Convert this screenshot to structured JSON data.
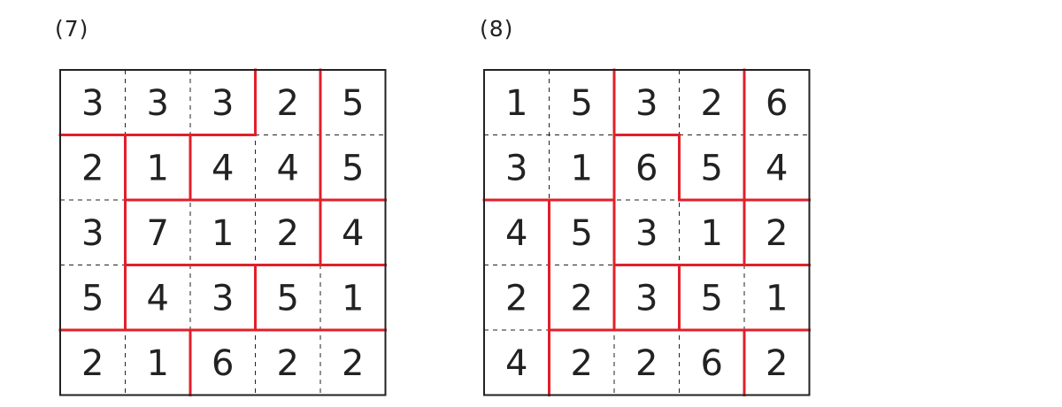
{
  "colors": {
    "region_border": "#e0202a",
    "grid_line": "#222222",
    "cell_text": "#222222",
    "background": "#ffffff"
  },
  "puzzles": [
    {
      "label": "(7)",
      "grid": [
        [
          3,
          3,
          3,
          2,
          5
        ],
        [
          2,
          1,
          4,
          4,
          5
        ],
        [
          3,
          7,
          1,
          2,
          4
        ],
        [
          5,
          4,
          3,
          5,
          1
        ],
        [
          2,
          1,
          6,
          2,
          2
        ]
      ],
      "regions": [
        [
          "A",
          "A",
          "A",
          "B",
          "C"
        ],
        [
          "D",
          "E",
          "B",
          "B",
          "C"
        ],
        [
          "D",
          "F",
          "F",
          "F",
          "G"
        ],
        [
          "D",
          "H",
          "H",
          "I",
          "I"
        ],
        [
          "J",
          "J",
          "K",
          "K",
          "K"
        ]
      ]
    },
    {
      "label": "(8)",
      "grid": [
        [
          1,
          5,
          3,
          2,
          6
        ],
        [
          3,
          1,
          6,
          5,
          4
        ],
        [
          4,
          5,
          3,
          1,
          2
        ],
        [
          2,
          2,
          3,
          5,
          1
        ],
        [
          4,
          2,
          2,
          6,
          2
        ]
      ],
      "regions": [
        [
          "A",
          "A",
          "B",
          "B",
          "C"
        ],
        [
          "A",
          "A",
          "D",
          "B",
          "C"
        ],
        [
          "E",
          "F",
          "D",
          "D",
          "G"
        ],
        [
          "E",
          "F",
          "H",
          "I",
          "I"
        ],
        [
          "E",
          "J",
          "J",
          "J",
          "K"
        ]
      ]
    }
  ]
}
